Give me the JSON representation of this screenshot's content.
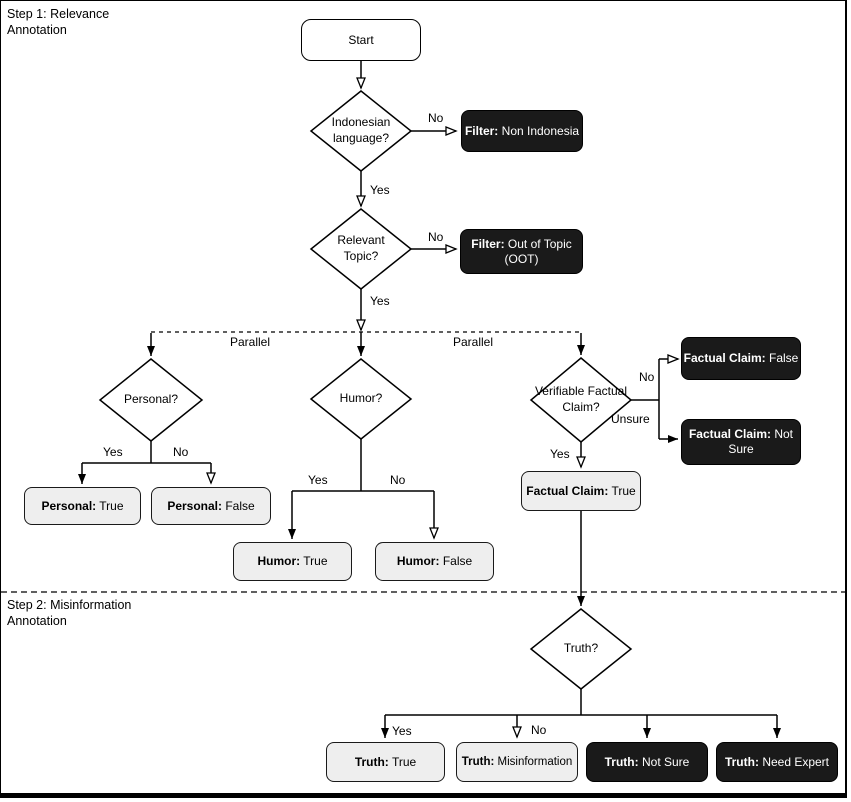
{
  "sections": {
    "step1": "Step 1: Relevance\nAnnotation",
    "step2": "Step 2: Misinformation\nAnnotation"
  },
  "nodes": {
    "start": "Start",
    "indonesian_language": "Indonesian language?",
    "relevant_topic": "Relevant Topic?",
    "personal": "Personal?",
    "humor": "Humor?",
    "verifiable_factual_claim": "Verifiable Factual Claim?",
    "truth": "Truth?",
    "filter_non_indonesia": {
      "bold": "Filter:",
      "rest": "Non Indonesia"
    },
    "filter_oot": {
      "bold": "Filter:",
      "rest": "Out of Topic (OOT)"
    },
    "personal_true": {
      "bold": "Personal:",
      "rest": "True"
    },
    "personal_false": {
      "bold": "Personal:",
      "rest": "False"
    },
    "humor_true": {
      "bold": "Humor:",
      "rest": "True"
    },
    "humor_false": {
      "bold": "Humor:",
      "rest": "False"
    },
    "factual_claim_false": {
      "bold": "Factual Claim:",
      "rest": "False"
    },
    "factual_claim_not_sure": {
      "bold": "Factual Claim:",
      "rest": "Not Sure"
    },
    "factual_claim_true": {
      "bold": "Factual Claim:",
      "rest": "True"
    },
    "truth_true": {
      "bold": "Truth:",
      "rest": "True"
    },
    "truth_misinformation": {
      "bold": "Truth:",
      "rest": "Misinformation"
    },
    "truth_not_sure": {
      "bold": "Truth:",
      "rest": "Not Sure"
    },
    "truth_need_expert": {
      "bold": "Truth:",
      "rest": "Need Expert"
    }
  },
  "labels": {
    "yes": "Yes",
    "no": "No",
    "unsure": "Unsure",
    "parallel": "Parallel"
  },
  "colors": {
    "dark_box_fill": "#1a1a1a",
    "light_box_fill": "#eeeeee",
    "line_stroke": "#000000",
    "dark_box_text": "#ffffff",
    "background": "#ffffff"
  }
}
